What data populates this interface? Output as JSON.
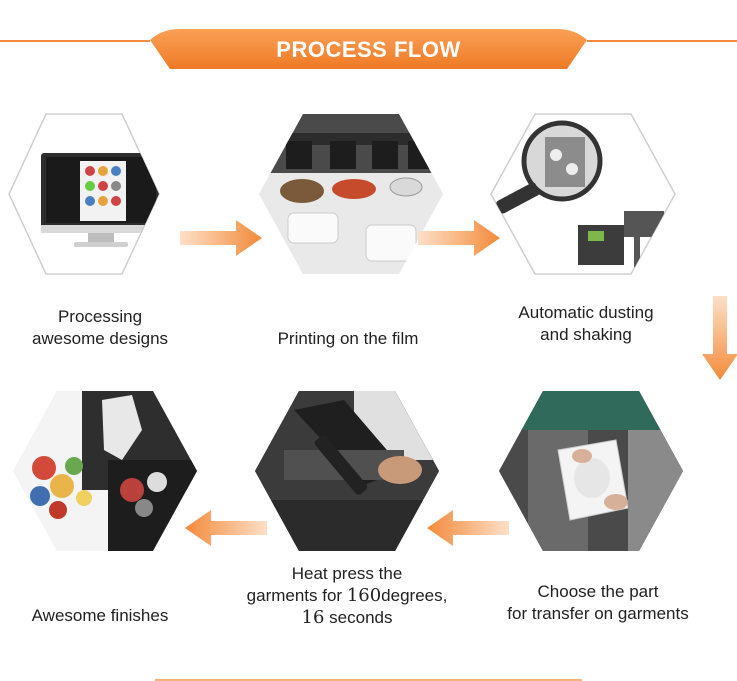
{
  "header": {
    "title": "PROCESS FLOW"
  },
  "colors": {
    "accent": "#f58c3d",
    "accent_light": "#f9c08f"
  },
  "steps": [
    {
      "label_lines": [
        "Processing",
        "awesome designs"
      ]
    },
    {
      "label_lines": [
        "Printing on the film"
      ]
    },
    {
      "label_lines": [
        "Automatic dusting",
        "and shaking"
      ]
    },
    {
      "label_lines": [
        "Choose the part",
        "for transfer on garments"
      ]
    },
    {
      "label_lines": [
        "Heat press the",
        "garments for ",
        "160",
        "degrees,",
        "16",
        "seconds"
      ]
    },
    {
      "label_lines": [
        "Awesome finishes"
      ]
    }
  ],
  "icons": {
    "monitor": "monitor-photo",
    "printer": "dtf-printer-photo",
    "shaker": "powder-shaker-photo",
    "film": "transfer-film-photo",
    "press": "heat-press-photo",
    "tshirt": "printed-tshirt-photo"
  }
}
